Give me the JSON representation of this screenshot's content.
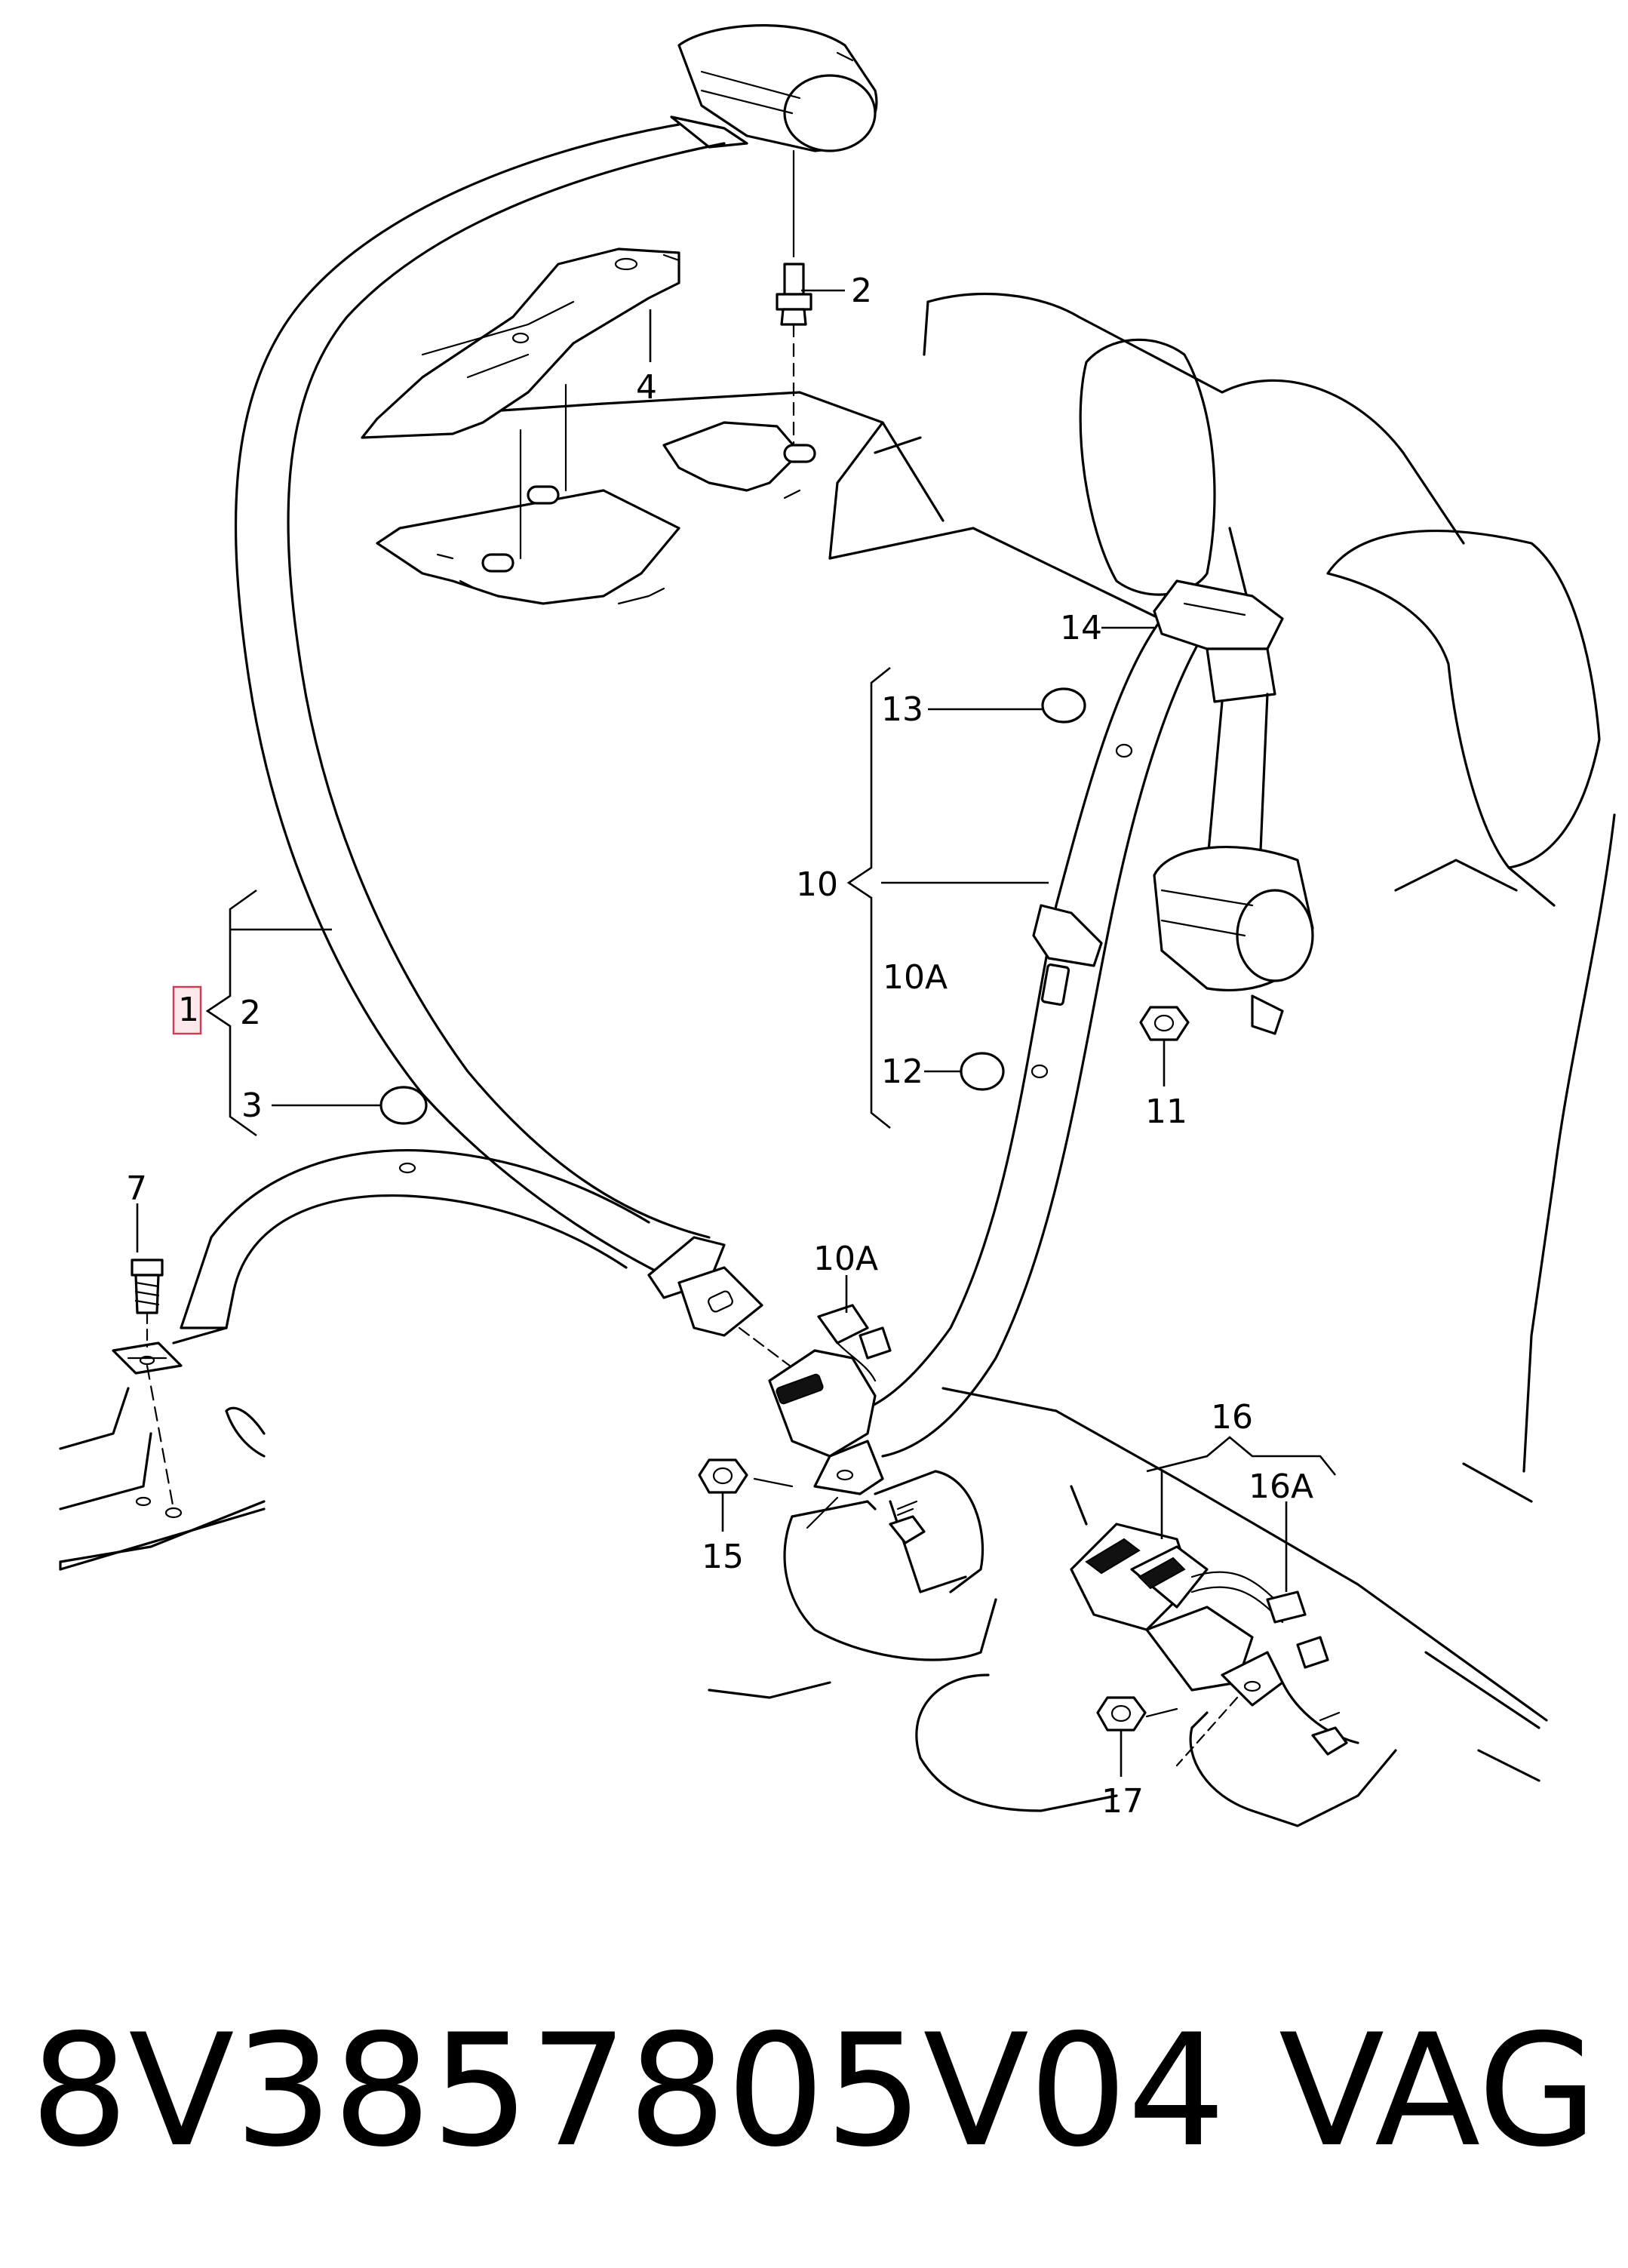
{
  "callouts": {
    "c1": "1",
    "c2_top": "2",
    "c2_left": "2",
    "c3": "3",
    "c4": "4",
    "c7": "7",
    "c10": "10",
    "c10a_bracket": "10A",
    "c10a_connector": "10A",
    "c11": "11",
    "c12": "12",
    "c13": "13",
    "c14": "14",
    "c15": "15",
    "c16": "16",
    "c16a": "16A",
    "c17": "17"
  },
  "caption": {
    "part_number": "8V3857805V04",
    "brand": "VAG"
  },
  "colors": {
    "line": "#000000",
    "background": "#ffffff",
    "highlight_border": "#d23a52",
    "highlight_fill": "#fde9ec"
  }
}
